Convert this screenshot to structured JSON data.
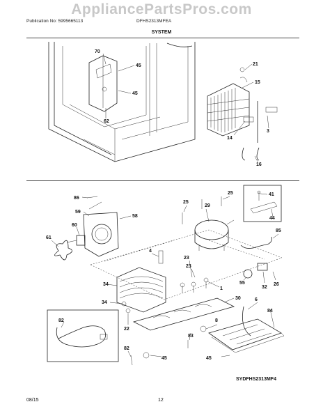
{
  "watermark": "AppliancePartsPros.com",
  "header": {
    "publication": "Publication No: 5995665113",
    "model": "DFHS2313MFEA"
  },
  "section_title": "SYSTEM",
  "upper_callouts": [
    "70",
    "45",
    "45",
    "62",
    "21",
    "15",
    "14",
    "3",
    "16"
  ],
  "lower_callouts": [
    "86",
    "59",
    "58",
    "60",
    "61",
    "25",
    "29",
    "25",
    "41",
    "44",
    "85",
    "4",
    "23",
    "23",
    "1",
    "34",
    "34",
    "22",
    "30",
    "55",
    "32",
    "26",
    "84",
    "6",
    "82",
    "8",
    "83",
    "82",
    "45"
  ],
  "diagram_code": "SYDFHS2313MF4",
  "footer": {
    "date": "08/15",
    "page": "12"
  }
}
